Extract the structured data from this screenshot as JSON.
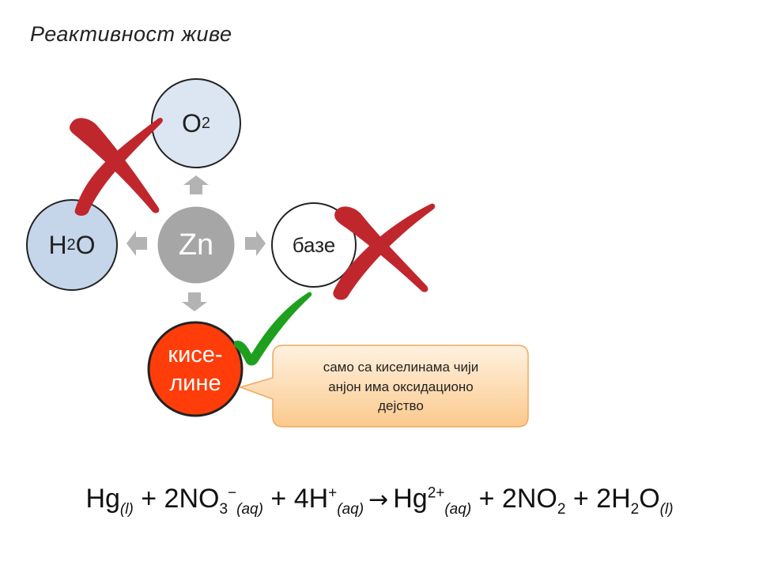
{
  "title": "Реактивност живе",
  "nodes": {
    "center": {
      "label": "Zn",
      "color": "#a6a6a6"
    },
    "top": {
      "label_main": "O",
      "label_sub": "2",
      "color": "#dce6f2"
    },
    "left": {
      "label_pre": "H",
      "label_sub": "2",
      "label_post": "O",
      "color": "#c5d5ea"
    },
    "right": {
      "label": "базе",
      "color": "#ffffff"
    },
    "bottom": {
      "line1": "кисе-",
      "line2": "лине",
      "color": "#ff3d0a"
    }
  },
  "callout": {
    "line1": "само са киселинама чији",
    "line2": "анјон има оксидационо",
    "line3": "дејство"
  },
  "marks": {
    "cross_color": "#c0272d",
    "check_color": "#1ea01e"
  },
  "equation": {
    "t1": "Hg",
    "s1": "(l)",
    "t2": " + 2NO",
    "s2a": "3",
    "sup2": "−",
    "s2b": "(aq)",
    "t3": " + 4H",
    "sup3": "+",
    "s3": "(aq)",
    "arrow": "→",
    "t4": "Hg",
    "sup4": "2+",
    "s4": "(aq)",
    "t5": " + 2NO",
    "s5": "2",
    "t6": " + 2H",
    "s6": "2",
    "t7": "O",
    "s7": "(l)"
  }
}
